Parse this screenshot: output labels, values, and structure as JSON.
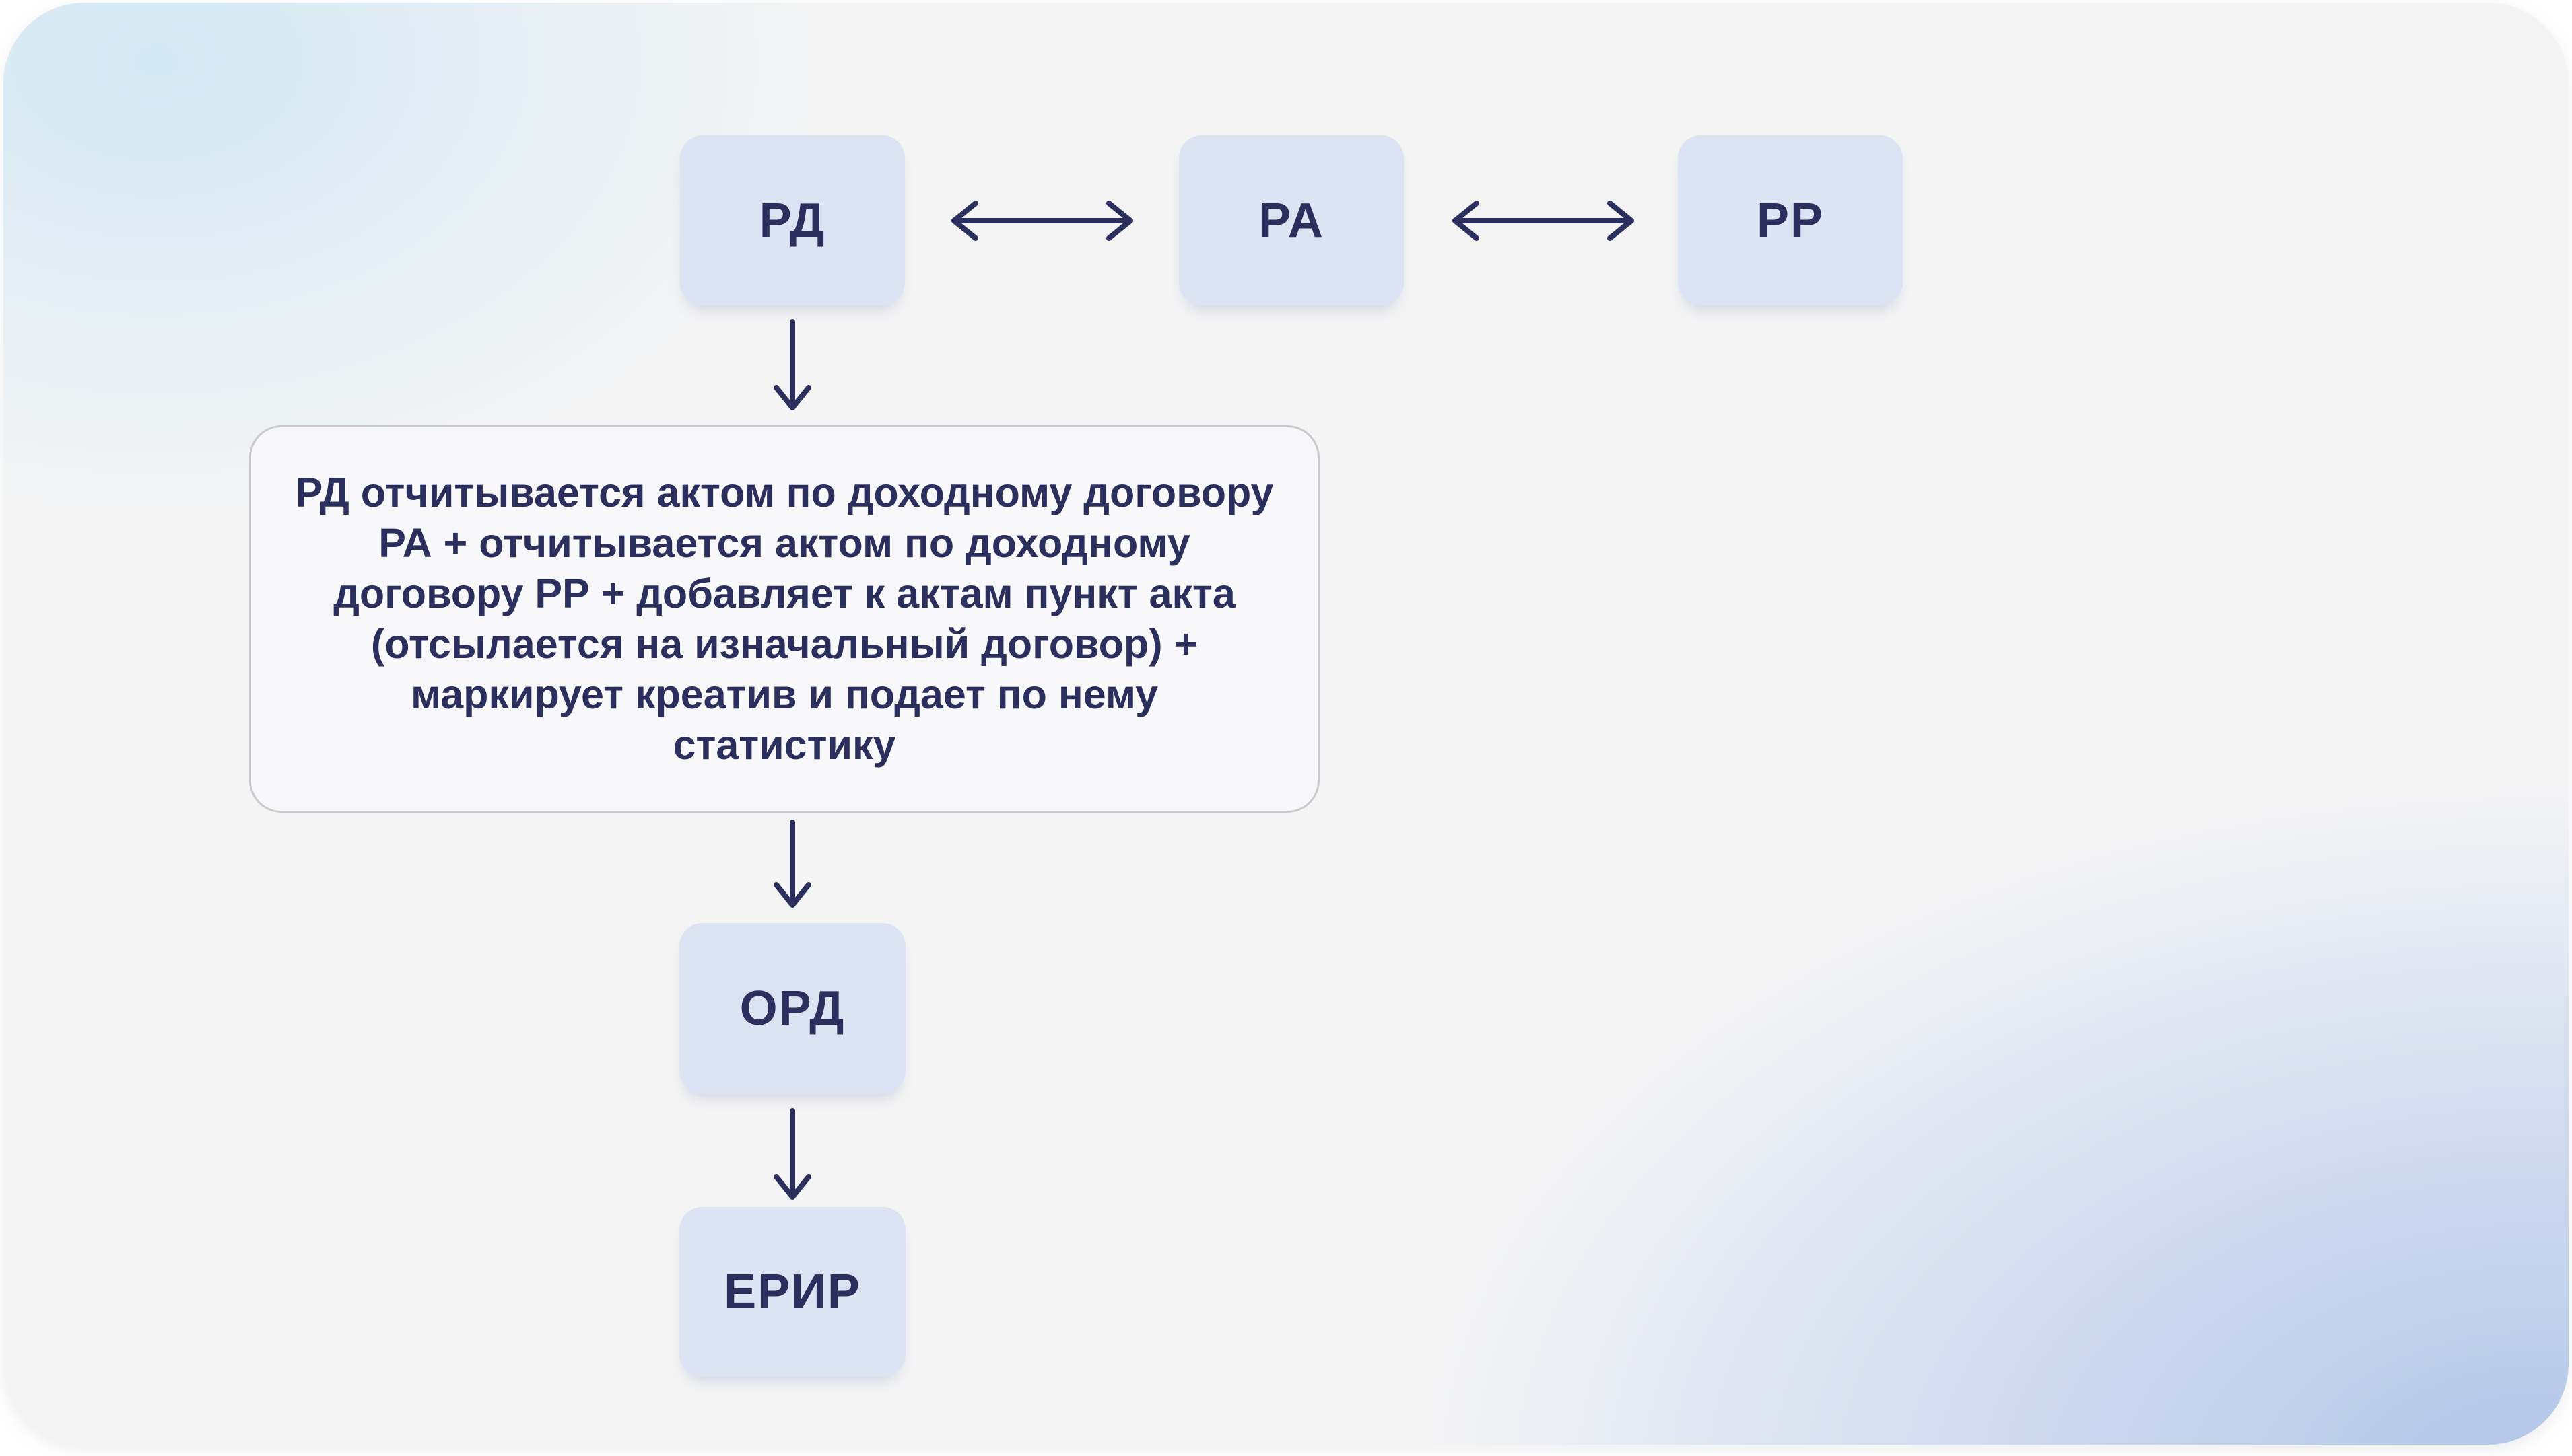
{
  "diagram": {
    "nodes": {
      "rd": {
        "label": "РД"
      },
      "ra": {
        "label": "РА"
      },
      "rr": {
        "label": "РР"
      },
      "ord": {
        "label": "ОРД"
      },
      "erir": {
        "label": "ЕРИР"
      }
    },
    "note": {
      "lines": [
        "РД отчитывается актом по доходному договору",
        "РА + отчитывается актом по доходному",
        "договору РР + добавляет к актам пункт акта",
        "(отсылается на изначальный договор) +",
        "маркирует креатив и подает по нему",
        "статистику"
      ]
    },
    "connections": [
      {
        "from": "РД",
        "to": "РА",
        "type": "bidirectional-horizontal"
      },
      {
        "from": "РА",
        "to": "РР",
        "type": "bidirectional-horizontal"
      },
      {
        "from": "РД",
        "to": "note",
        "type": "down"
      },
      {
        "from": "note",
        "to": "ОРД",
        "type": "down"
      },
      {
        "from": "ОРД",
        "to": "ЕРИР",
        "type": "down"
      }
    ],
    "colors": {
      "page_background": "#ffffff",
      "canvas_base": "#f4f4f5",
      "canvas_accent_top_left": "#d5e7f3",
      "canvas_accent_bottom_right": "#b4c8ea",
      "node_fill": "#dce3f2",
      "text_navy": "#2b2f5e",
      "note_border": "#c9cacf",
      "note_fill": "#f8f8fa"
    }
  }
}
